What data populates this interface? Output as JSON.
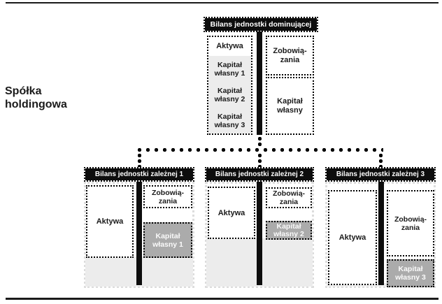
{
  "holding_label": "Spółka holdingowa",
  "parent": {
    "title": "Bilans jednostki dominującej",
    "assets_label": "Aktywa",
    "equity_items": [
      "Kapitał\nwłasny 1",
      "Kapitał\nwłasny 2",
      "Kapitał\nwłasny 3"
    ],
    "liabilities_label": "Zobowią-\nzania",
    "equity_label": "Kapitał\nwłasny"
  },
  "subsidiaries": [
    {
      "title": "Bilans jednostki zależnej 1",
      "assets_label": "Aktywa",
      "liabilities_label": "Zobowią-\nzania",
      "equity_label": "Kapitał\nwłasny 1"
    },
    {
      "title": "Bilans jednostki zależnej 2",
      "assets_label": "Aktywa",
      "liabilities_label": "Zobowią-\nzania",
      "equity_label": "Kapitał\nwłasny 2"
    },
    {
      "title": "Bilans jednostki zależnej 3",
      "assets_label": "Aktywa",
      "liabilities_label": "Zobowią-\nzania",
      "equity_label": "Kapitał\nwłasny 3"
    }
  ],
  "colors": {
    "bar_black": "#0d0d0d",
    "light_gray_fill": "#ececec",
    "mid_gray_fill": "#ababab",
    "scallop_border": "#dcdcdc",
    "text_black": "#1a1a1a",
    "text_white": "#ffffff"
  }
}
